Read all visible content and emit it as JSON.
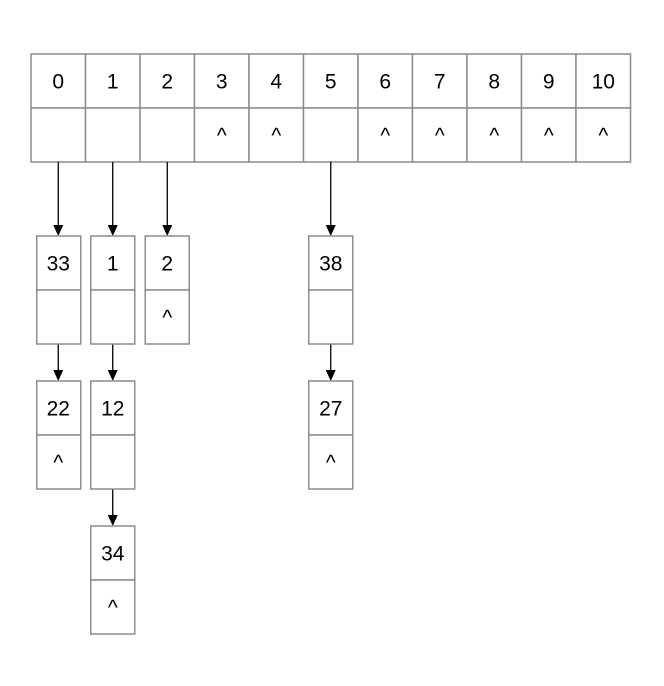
{
  "hash_table": {
    "indices": [
      "0",
      "1",
      "2",
      "3",
      "4",
      "5",
      "6",
      "7",
      "8",
      "9",
      "10"
    ],
    "slots": [
      "",
      "",
      "",
      "^",
      "^",
      "",
      "^",
      "^",
      "^",
      "^",
      "^"
    ]
  },
  "chains": [
    {
      "bucket": 0,
      "nodes": [
        {
          "value": "33",
          "next": ""
        },
        {
          "value": "22",
          "next": "^"
        }
      ]
    },
    {
      "bucket": 1,
      "nodes": [
        {
          "value": "1",
          "next": ""
        },
        {
          "value": "12",
          "next": ""
        },
        {
          "value": "34",
          "next": "^"
        }
      ]
    },
    {
      "bucket": 2,
      "nodes": [
        {
          "value": "2",
          "next": "^"
        }
      ]
    },
    {
      "bucket": 5,
      "nodes": [
        {
          "value": "38",
          "next": ""
        },
        {
          "value": "27",
          "next": "^"
        }
      ]
    }
  ]
}
